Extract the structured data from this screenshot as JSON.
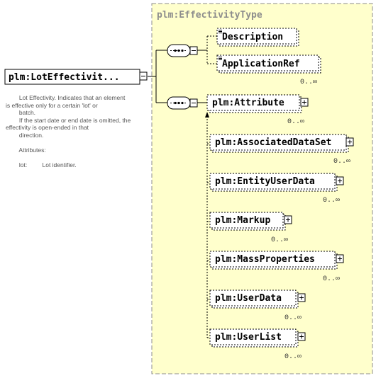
{
  "diagram": {
    "type_title": "plm:EffectivityType",
    "root_element": "plm:LotEffectivit...",
    "annotation": [
      "        Lot Effectivity. Indicates that an element",
      "is effective only for a certain 'lot' or",
      "        batch.",
      "        If the start date or end date is omitted, the",
      "effectivity is open-ended in that",
      "        direction.",
      "",
      "        Attributes:",
      "",
      "        lot:         Lot identifier."
    ],
    "sequence1": [
      {
        "label": "Description",
        "cardinality": ""
      },
      {
        "label": "ApplicationRef",
        "cardinality": "0..∞"
      }
    ],
    "sequence2": [
      {
        "label": "plm:Attribute",
        "cardinality": "0..∞"
      },
      {
        "label": "plm:AssociatedDataSet",
        "cardinality": "0..∞"
      },
      {
        "label": "plm:EntityUserData",
        "cardinality": "0..∞"
      },
      {
        "label": "plm:Markup",
        "cardinality": "0..∞"
      },
      {
        "label": "plm:MassProperties",
        "cardinality": "0..∞"
      },
      {
        "label": "plm:UserData",
        "cardinality": "0..∞"
      },
      {
        "label": "plm:UserList",
        "cardinality": "0..∞"
      }
    ]
  }
}
